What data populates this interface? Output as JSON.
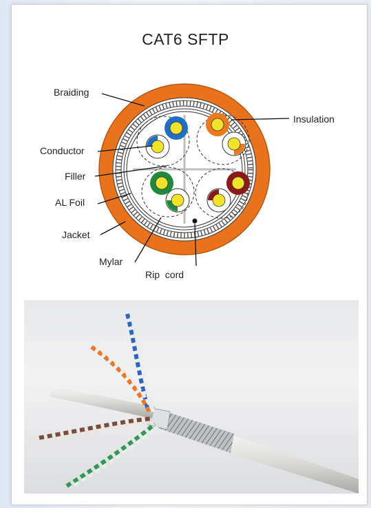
{
  "title": "CAT6 SFTP",
  "labels": {
    "braiding": "Braiding",
    "conductor": "Conductor",
    "filler": "Filler",
    "al_foil": "AL Foil",
    "jacket": "Jacket",
    "mylar": "Mylar",
    "rip_cord": "Rip  cord",
    "insulation": "Insulation"
  },
  "colors": {
    "jacket": "#e8731c",
    "blue": "#1f6fc6",
    "orange": "#ef7a1e",
    "green": "#1f8a3b",
    "brown": "#8c1a1a",
    "conductor": "#f2e22a"
  }
}
